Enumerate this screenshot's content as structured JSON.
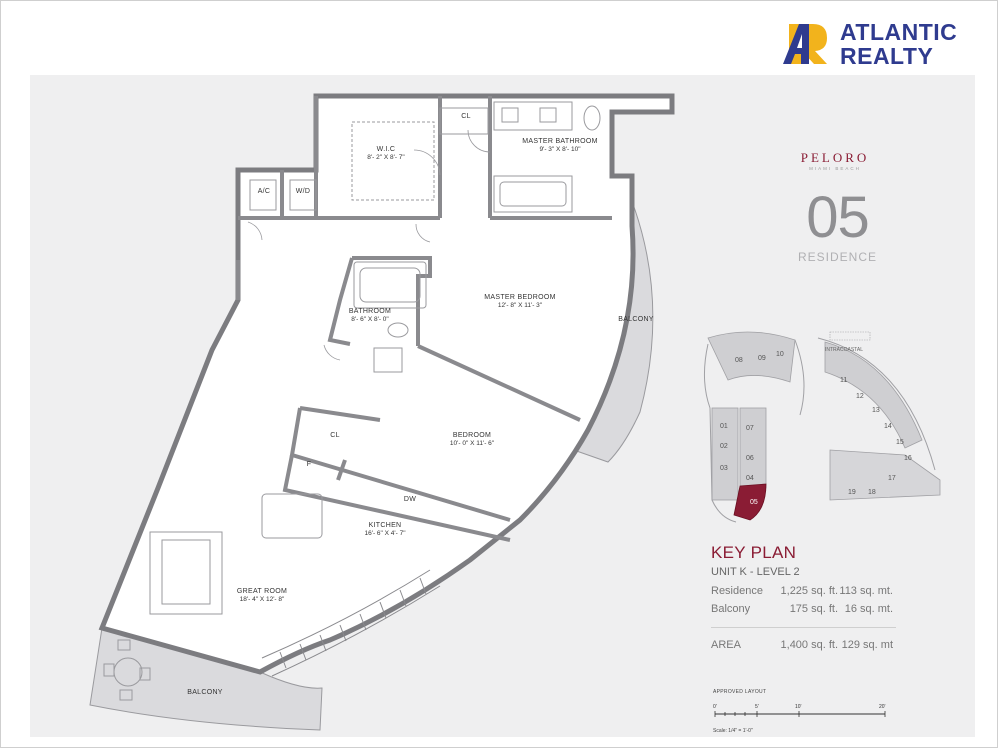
{
  "brand": {
    "line1": "ATLANTIC",
    "line2": "REALTY",
    "logo_color_blue": "#2f3b8f",
    "logo_color_yellow": "#f2b31c"
  },
  "rooms": {
    "wic": {
      "name": "W.I.C",
      "dims": "8'- 2\" X 8'- 7\""
    },
    "cl_top": {
      "name": "CL"
    },
    "master_bath": {
      "name": "MASTER BATHROOM",
      "dims": "9'- 3\" X 8'- 10\""
    },
    "ac": {
      "name": "A/C"
    },
    "wd": {
      "name": "W/D"
    },
    "master_bed": {
      "name": "MASTER BEDROOM",
      "dims": "12'- 8\" X 11'- 3\""
    },
    "bathroom": {
      "name": "BATHROOM",
      "dims": "8'- 6\" X 8'- 0\""
    },
    "balcony_right": {
      "name": "BALCONY"
    },
    "cl_mid": {
      "name": "CL"
    },
    "bedroom": {
      "name": "BEDROOM",
      "dims": "10'- 0\" X 11'- 6\""
    },
    "fridge": {
      "name": "F"
    },
    "dw": {
      "name": "DW"
    },
    "kitchen": {
      "name": "KITCHEN",
      "dims": "16'- 6\" X 4'- 7\""
    },
    "great_room": {
      "name": "GREAT ROOM",
      "dims": "18'- 4\" X 12'- 8\""
    },
    "balcony_bottom": {
      "name": "BALCONY"
    }
  },
  "building": {
    "name": "PELORO",
    "location": "MIAMI BEACH"
  },
  "residence": {
    "number": "05",
    "label": "RESIDENCE"
  },
  "keyplan": {
    "intracoastal": "INTRACOASTAL",
    "units": [
      "01",
      "02",
      "03",
      "04",
      "05",
      "06",
      "07",
      "08",
      "09",
      "10",
      "11",
      "12",
      "13",
      "14",
      "15",
      "16",
      "17",
      "18",
      "19"
    ],
    "highlight_color": "#8a1c34",
    "title": "KEY PLAN",
    "subtitle": "UNIT K -  LEVEL 2",
    "rows": [
      {
        "label": "Residence",
        "sqft": "1,225 sq. ft.",
        "sqm": "113 sq. mt."
      },
      {
        "label": "Balcony",
        "sqft": "175 sq. ft.",
        "sqm": "16 sq. mt."
      }
    ],
    "area": {
      "label": "AREA",
      "sqft": "1,400 sq. ft.",
      "sqm": "129 sq. mt"
    }
  },
  "scale": {
    "approved": "APPROVED LAYOUT",
    "ticks": [
      "0'",
      "5'",
      "10'",
      "20'"
    ],
    "note": "Scale: 1/4\" = 1'-0\""
  }
}
